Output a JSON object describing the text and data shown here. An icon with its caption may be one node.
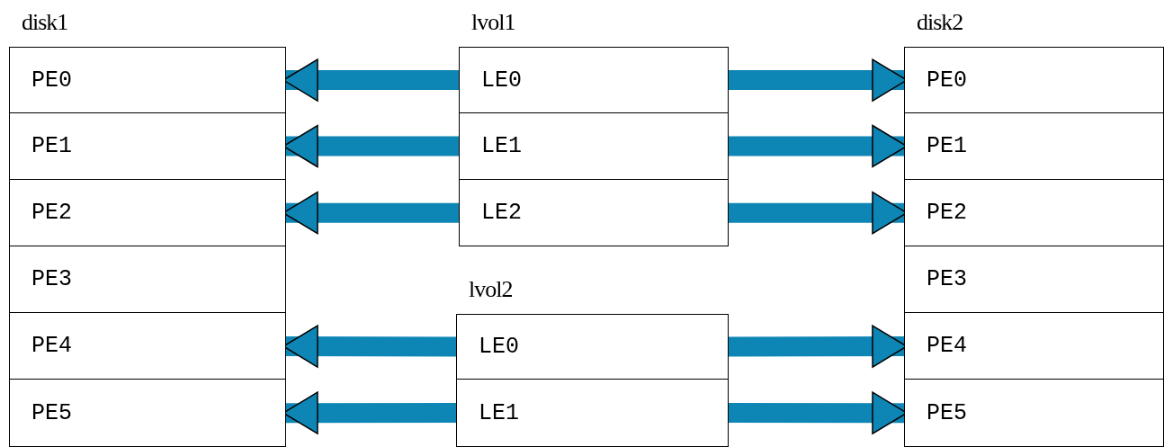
{
  "diagram": {
    "nodes": [
      {
        "text": [
          "disk1"
        ]
      },
      {
        "text": [
          "PE0"
        ],
        "in": 0
      },
      {
        "text": [
          "PE1"
        ],
        "in": 0
      },
      {
        "text": [
          "PE2"
        ],
        "in": 0
      },
      {
        "text": [
          "PE3"
        ],
        "in": 0
      },
      {
        "text": [
          "PE4"
        ],
        "in": 0
      },
      {
        "text": [
          "PE5"
        ],
        "in": 0
      },
      {
        "text": [
          "lvol1"
        ]
      },
      {
        "text": [
          "LE0"
        ],
        "in": 7
      },
      {
        "text": [
          "LE1"
        ],
        "in": 7
      },
      {
        "text": [
          "LE2"
        ],
        "in": 7
      },
      {
        "text": [
          "lvol2"
        ]
      },
      {
        "text": [
          "LE0"
        ],
        "in": 11
      },
      {
        "text": [
          "LE1"
        ],
        "in": 11
      },
      {
        "text": [
          "disk2"
        ]
      },
      {
        "text": [
          "PE0"
        ],
        "in": 14
      },
      {
        "text": [
          "PE1"
        ],
        "in": 14
      },
      {
        "text": [
          "PE2"
        ],
        "in": 14
      },
      {
        "text": [
          "PE3"
        ],
        "in": 14
      },
      {
        "text": [
          "PE4"
        ],
        "in": 14
      },
      {
        "text": [
          "PE5"
        ],
        "in": 14
      }
    ],
    "edges": [
      {
        "from": 8,
        "to": 1,
        "arrow": "to"
      },
      {
        "from": 8,
        "to": 15,
        "arrow": "to"
      },
      {
        "from": 9,
        "to": 2,
        "arrow": "to"
      },
      {
        "from": 9,
        "to": 16,
        "arrow": "to"
      },
      {
        "from": 10,
        "to": 3,
        "arrow": "to"
      },
      {
        "from": 10,
        "to": 17,
        "arrow": "to"
      },
      {
        "from": 12,
        "to": 5,
        "arrow": "to"
      },
      {
        "from": 12,
        "to": 19,
        "arrow": "to"
      },
      {
        "from": 13,
        "to": 6,
        "arrow": "to"
      },
      {
        "from": 13,
        "to": 20,
        "arrow": "to"
      }
    ]
  }
}
